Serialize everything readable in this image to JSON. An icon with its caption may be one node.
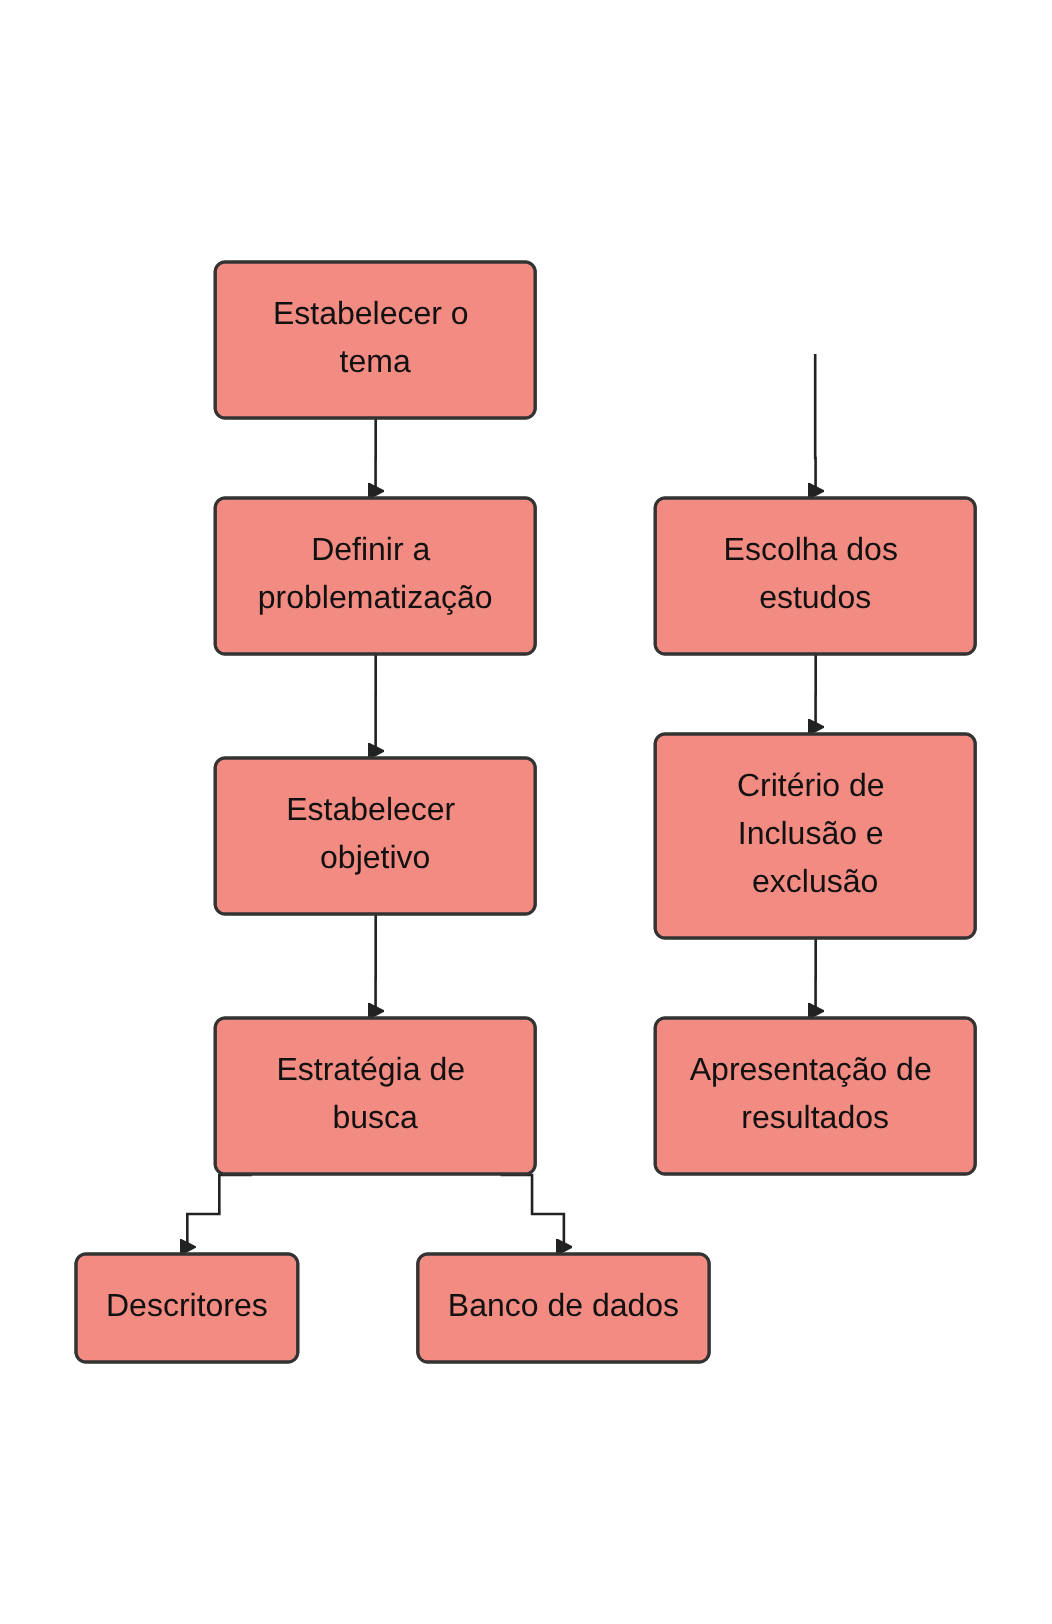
{
  "diagram": {
    "nodes": [
      {
        "text": [
          "Estabelecer o tema"
        ]
      },
      {
        "text": [
          "Definir a problematização"
        ]
      },
      {
        "text": [
          "Estabelecer objetivo"
        ]
      },
      {
        "text": [
          "Estratégia de busca"
        ]
      },
      {
        "text": [
          "Descritores"
        ]
      },
      {
        "text": [
          "Banco de dados"
        ]
      },
      {
        "text": [
          "Escolha dos estudos"
        ]
      },
      {
        "text": [
          "Critério de Inclusão e exclusão"
        ]
      },
      {
        "text": [
          "Apresentação de resultados"
        ]
      }
    ],
    "edges": [
      {
        "from": 0,
        "to": 1,
        "arrow": "to"
      },
      {
        "from": 1,
        "to": 2,
        "arrow": "to"
      },
      {
        "from": 2,
        "to": 3,
        "arrow": "to"
      },
      {
        "from": 3,
        "to": 4,
        "arrow": "to"
      },
      {
        "from": 3,
        "to": 5,
        "arrow": "to"
      },
      {
        "from": null,
        "to": 6,
        "arrow": "to"
      },
      {
        "from": 6,
        "to": 7,
        "arrow": "to"
      },
      {
        "from": 7,
        "to": 8,
        "arrow": "to"
      }
    ]
  }
}
